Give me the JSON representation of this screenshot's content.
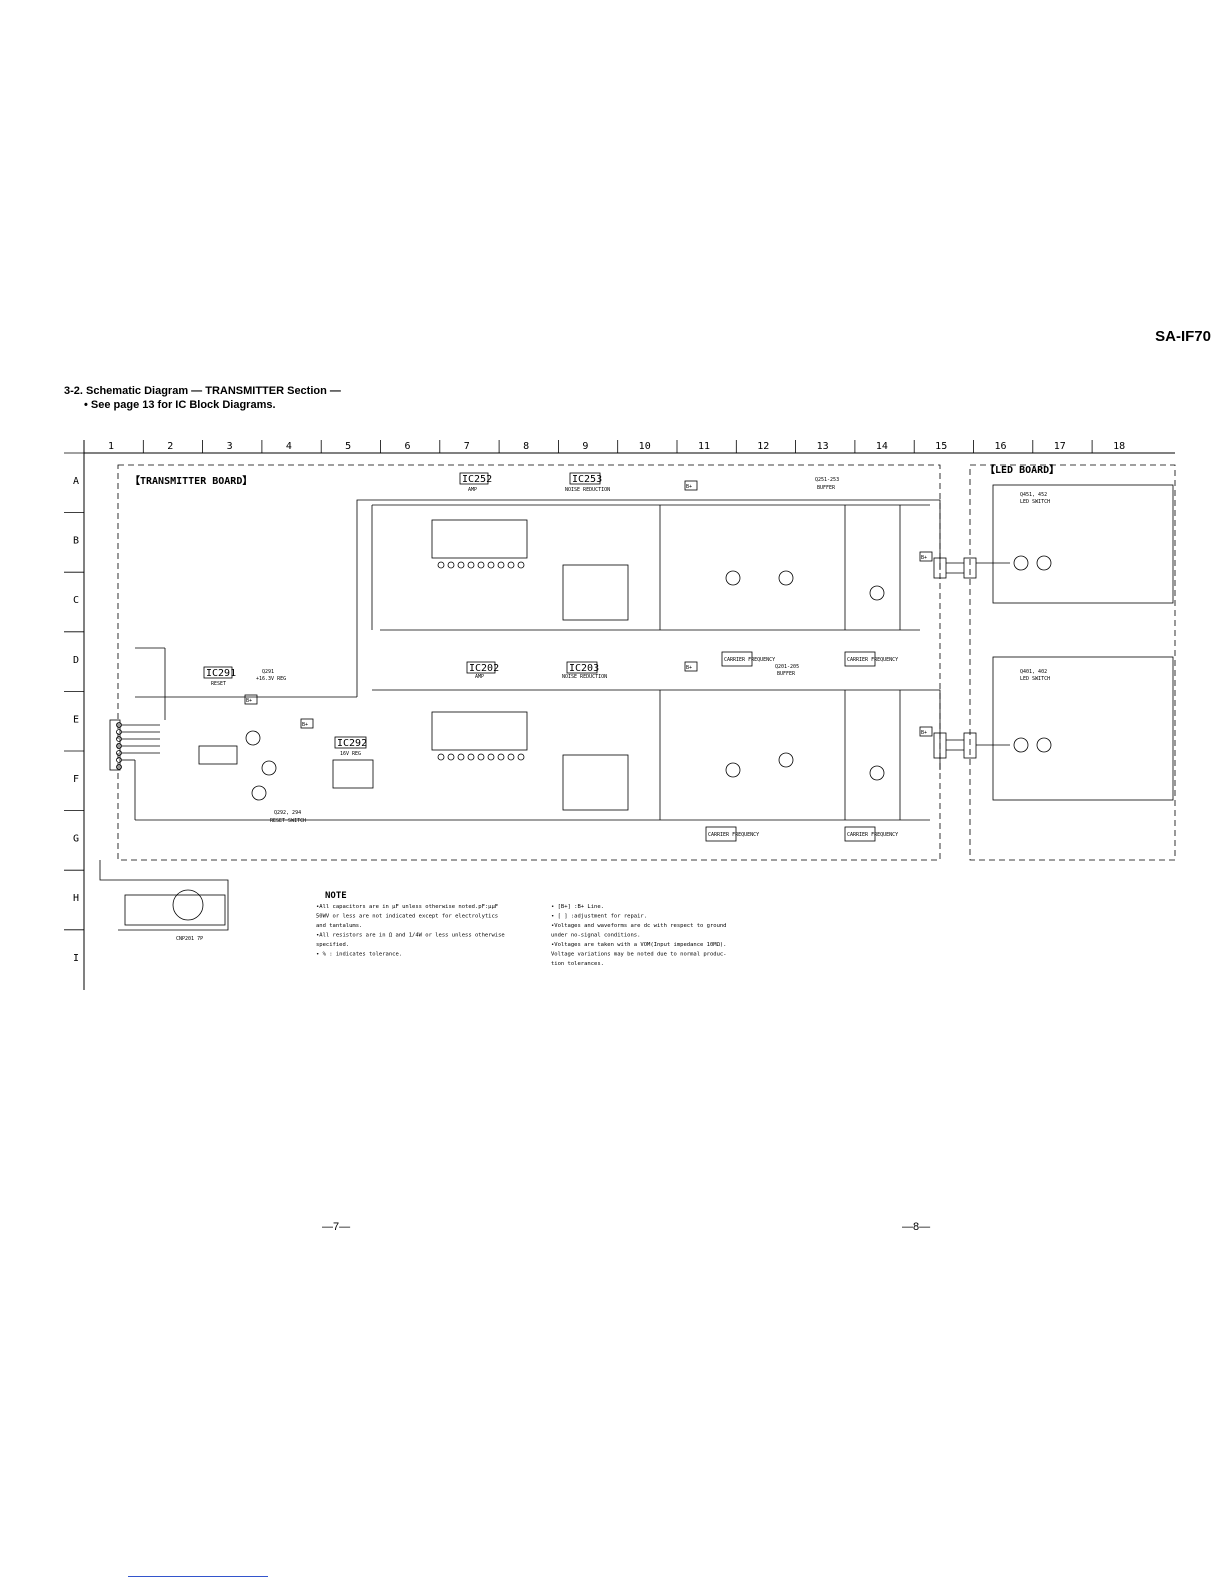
{
  "page": {
    "model": "SA-IF70",
    "title_line1": "3-2. Schematic Diagram — TRANSMITTER Section —",
    "title_line2": "• See page 13 for IC Block Diagrams.",
    "page_left": "—7—",
    "page_right": "—8—"
  },
  "grid": {
    "columns": [
      "1",
      "2",
      "3",
      "4",
      "5",
      "6",
      "7",
      "8",
      "9",
      "10",
      "11",
      "12",
      "13",
      "14",
      "15",
      "16",
      "17",
      "18"
    ],
    "rows": [
      "A",
      "B",
      "C",
      "D",
      "E",
      "F",
      "G",
      "H",
      "I"
    ]
  },
  "boards": {
    "transmitter": "【TRANSMITTER BOARD】",
    "led": "【LED BOARD】"
  },
  "blocks": {
    "ic252": {
      "name": "IC252",
      "role": "AMP"
    },
    "ic253": {
      "name": "IC253",
      "role": "NOISE REDUCTION"
    },
    "ic202": {
      "name": "IC202",
      "role": "AMP"
    },
    "ic203": {
      "name": "IC203",
      "role": "NOISE REDUCTION"
    },
    "ic291": {
      "name": "IC291",
      "role": "RESET"
    },
    "ic292": {
      "name": "IC292",
      "role": "16V REG"
    },
    "q251": {
      "name": "Q251-253",
      "role": "BUFFER"
    },
    "q201": {
      "name": "Q201-205",
      "role": "BUFFER"
    },
    "q291": {
      "name": "Q291",
      "role": "+16.3V REG"
    },
    "q292": {
      "name": "Q292, 294",
      "role": "RESET SWITCH"
    },
    "q451": {
      "name": "Q451, 452",
      "role": "LED SWITCH"
    },
    "q401": {
      "name": "Q401, 402",
      "role": "LED SWITCH"
    },
    "carrier": "CARRIER FREQUENCY",
    "cnp": "CNP201 7P",
    "bplus": "B+"
  },
  "notes": {
    "heading": "NOTE",
    "left": [
      "•All capacitors are in μF unless otherwise noted.pF:μμF",
      "50WV or less are not indicated except for electrolytics",
      "and tantalums.",
      "•All resistors are in Ω and 1/4W or less unless otherwise",
      "specified.",
      "•     %     : indicates tolerance."
    ],
    "right": [
      "• [B+] :B+ Line.",
      "• [      ] :adjustment for repair.",
      "•Voltages and waveforms are dc with respect to ground",
      "under no-signal conditions.",
      "•Voltages are taken with a VOM(Input impedance 10MΩ).",
      "Voltage variations may be noted due to normal produc-",
      "tion tolerances."
    ]
  }
}
